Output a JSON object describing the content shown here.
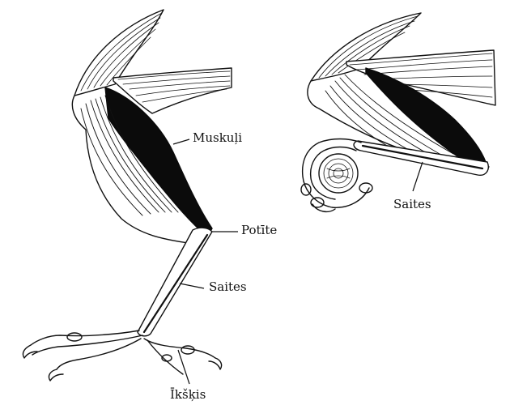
{
  "labels": {
    "muscles": "Muskuļi",
    "ankle": "Potīte",
    "tendons_left": "Saites",
    "toe": "Īkšķis",
    "tendons_right": "Saites"
  },
  "colors": {
    "ink": "#111111",
    "paper": "#ffffff",
    "muscle_fill": "#0b0b0b"
  }
}
